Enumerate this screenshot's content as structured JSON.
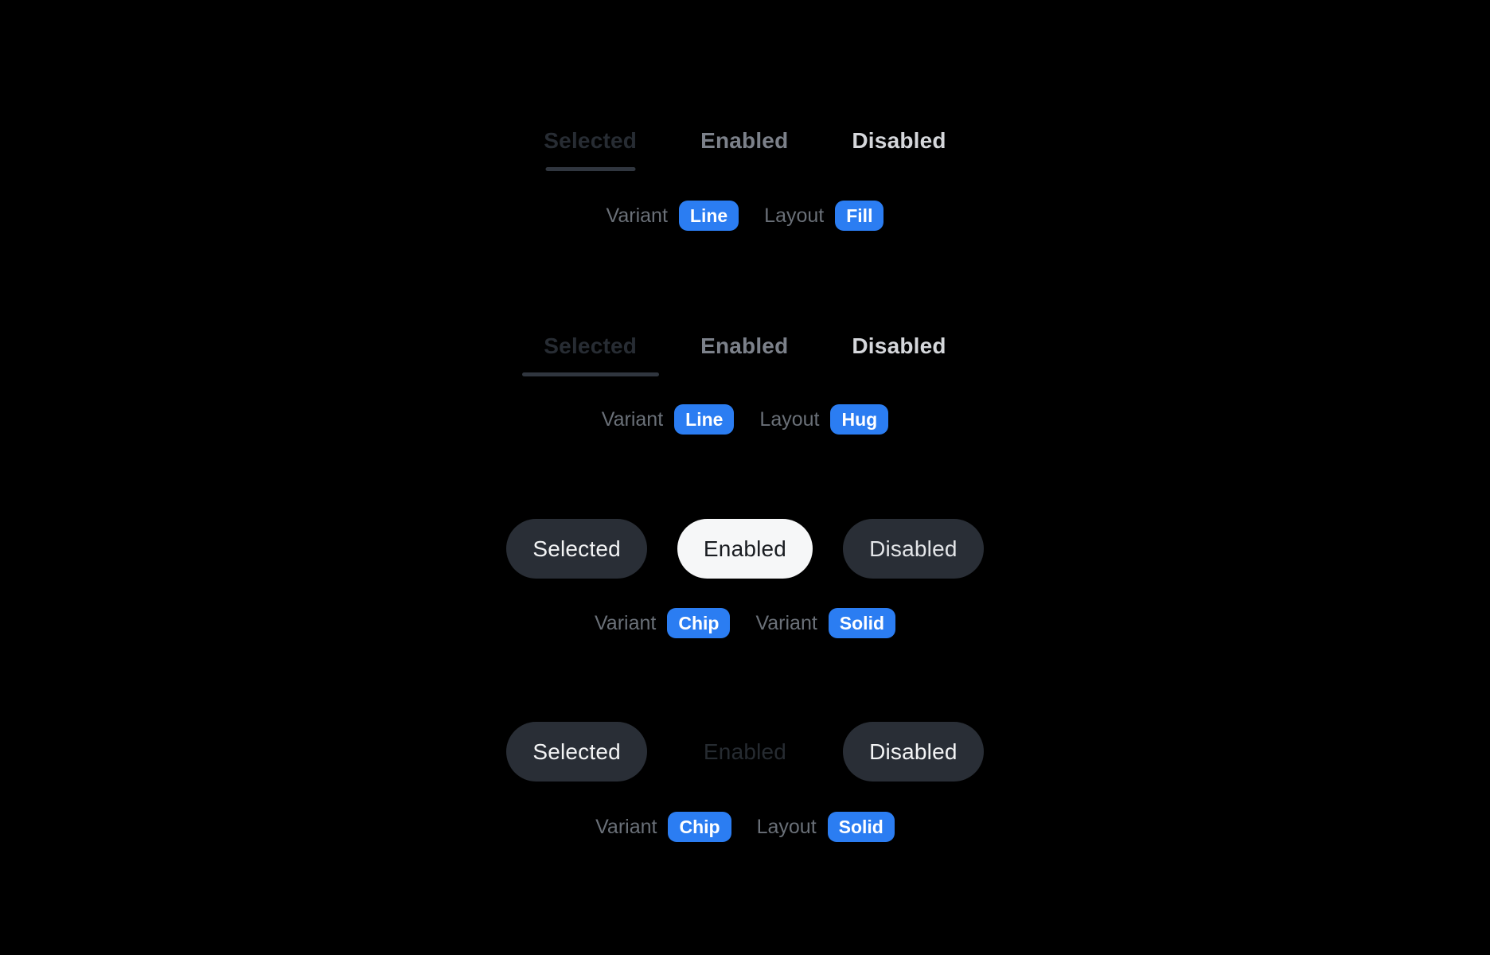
{
  "colors": {
    "background": "#000000",
    "badge_blue": "#2b7df2",
    "tab_selected_text": "#272c33",
    "tab_enabled_text": "#7c818a",
    "tab_disabled_text": "#d5d7db",
    "tab_underline": "#30363f",
    "chip_dark_bg": "#292e36",
    "chip_light_bg": "#f6f7f8"
  },
  "groups": [
    {
      "tabs": [
        {
          "label": "Selected",
          "state": "selected"
        },
        {
          "label": "Enabled",
          "state": "enabled"
        },
        {
          "label": "Disabled",
          "state": "disabled"
        }
      ],
      "props": [
        {
          "name": "Variant",
          "value": "Line"
        },
        {
          "name": "Layout",
          "value": "Fill"
        }
      ]
    },
    {
      "tabs": [
        {
          "label": "Selected",
          "state": "selected"
        },
        {
          "label": "Enabled",
          "state": "enabled"
        },
        {
          "label": "Disabled",
          "state": "disabled"
        }
      ],
      "props": [
        {
          "name": "Variant",
          "value": "Line"
        },
        {
          "name": "Layout",
          "value": "Hug"
        }
      ]
    },
    {
      "chips": [
        {
          "label": "Selected",
          "state": "selected"
        },
        {
          "label": "Enabled",
          "state": "enabled"
        },
        {
          "label": "Disabled",
          "state": "disabled"
        }
      ],
      "props": [
        {
          "name": "Variant",
          "value": "Chip"
        },
        {
          "name": "Variant",
          "value": "Solid"
        }
      ]
    },
    {
      "chips": [
        {
          "label": "Selected",
          "state": "selected"
        },
        {
          "label": "Enabled",
          "state": "enabled"
        },
        {
          "label": "Disabled",
          "state": "disabled"
        }
      ],
      "props": [
        {
          "name": "Variant",
          "value": "Chip"
        },
        {
          "name": "Layout",
          "value": "Solid"
        }
      ]
    }
  ]
}
